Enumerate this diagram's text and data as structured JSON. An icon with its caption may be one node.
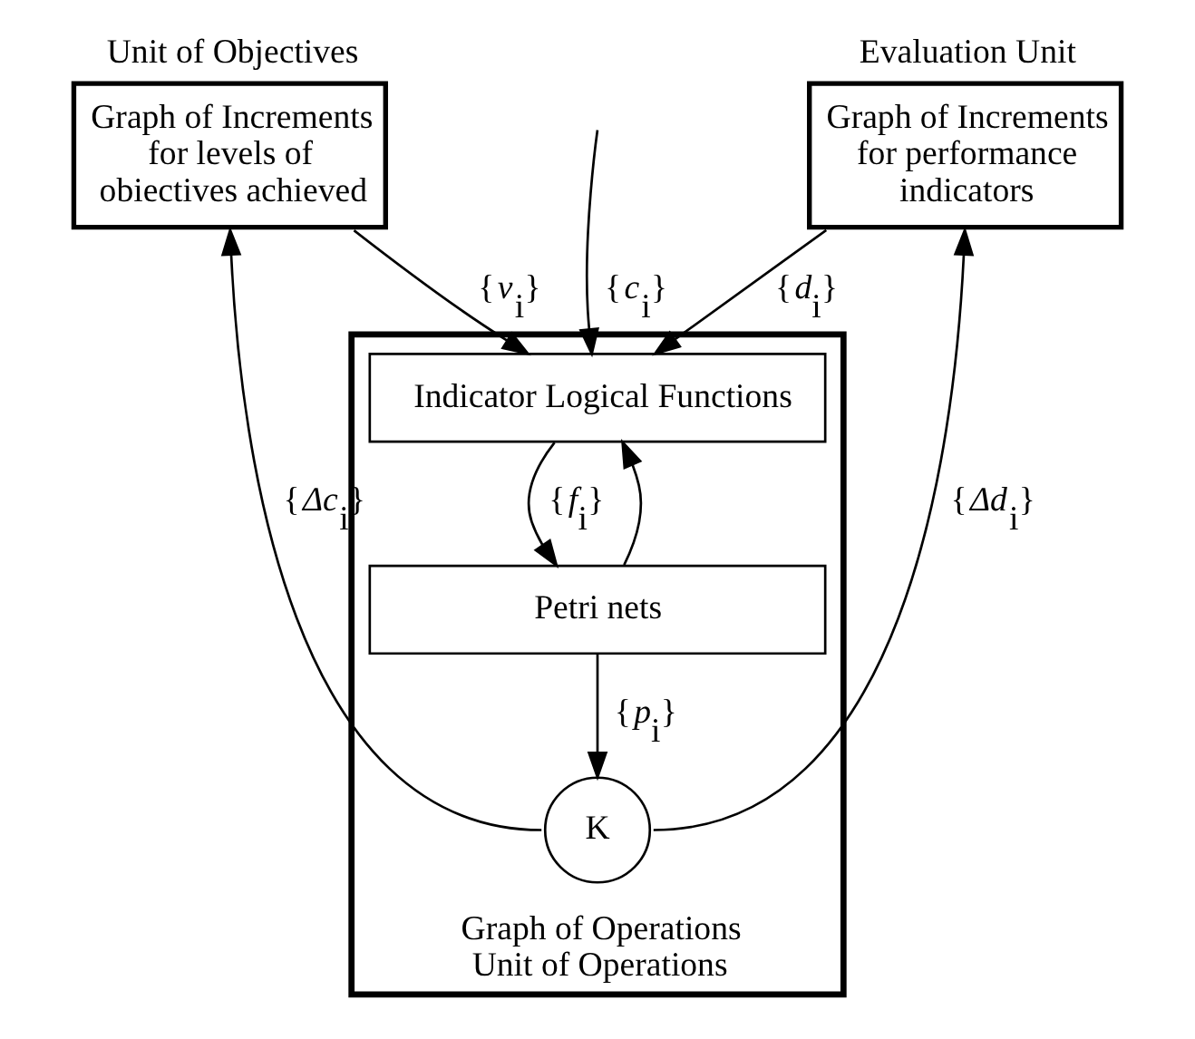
{
  "diagram": {
    "nodes": [
      {
        "text": [
          "Unit of Objectives",
          "Graph of Increments for levels of obiectives achieved"
        ]
      },
      {
        "text": [
          "Evaluation Unit",
          "Graph of Increments for performance indicators"
        ]
      },
      {
        "text": [
          "Graph of Operations",
          "Unit of Operations"
        ]
      },
      {
        "text": [
          "Indicator Logical Functions"
        ],
        "in": 2
      },
      {
        "text": [
          "Petri nets"
        ],
        "in": 2
      },
      {
        "text": [
          "K"
        ],
        "in": 2
      }
    ],
    "edges": [
      {
        "from": 0,
        "to": 3,
        "arrow": "to",
        "label": "{*v*$_{i}$}"
      },
      {
        "from": null,
        "to": 3,
        "arrow": "to",
        "label": "{*c*$_{i}$}"
      },
      {
        "from": 1,
        "to": 3,
        "arrow": "to",
        "label": "{*d*$_{i}$}"
      },
      {
        "from": 3,
        "to": 4,
        "arrow": "to",
        "label": "{*f*$_{i}$}"
      },
      {
        "from": 4,
        "to": 5,
        "arrow": "to",
        "label": "{*p*$_{i}$}"
      },
      {
        "from": 4,
        "to": 3,
        "arrow": "to"
      },
      {
        "from": 5,
        "to": 0,
        "arrow": "to",
        "label": "{*Δc*$_{i}$}"
      },
      {
        "from": 5,
        "to": 1,
        "arrow": "to",
        "label": "{*Δd*$_{i}$}"
      }
    ]
  }
}
